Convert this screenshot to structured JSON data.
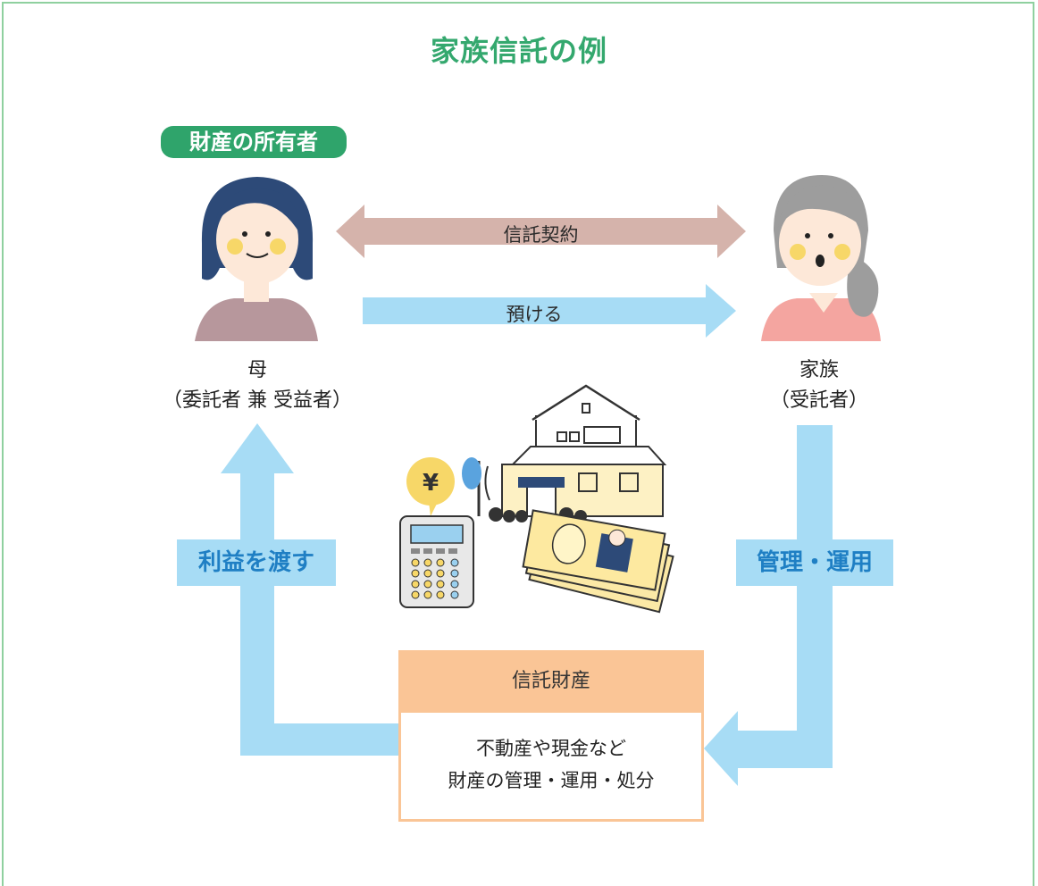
{
  "title": "家族信託の例",
  "owner_badge": "財産の所有者",
  "mother": {
    "name": "母",
    "role": "（委託者 兼 受益者）"
  },
  "family": {
    "name": "家族",
    "role": "（受託者）"
  },
  "arrows": {
    "contract": "信託契約",
    "entrust": "預ける",
    "benefit": "利益を渡す",
    "manage": "管理・運用"
  },
  "trust_box": {
    "header": "信託財産",
    "line1": "不動産や現金など",
    "line2": "財産の管理・運用・処分"
  },
  "money_symbol": "¥",
  "colors": {
    "frame": "#8fd09f",
    "title": "#34a86e",
    "badge": "#2fa46b",
    "contract_arrow": "#d5b3ab",
    "flow_arrow": "#a7dcf5",
    "box_header": "#fac596",
    "label_blue": "#1f7fc4"
  }
}
